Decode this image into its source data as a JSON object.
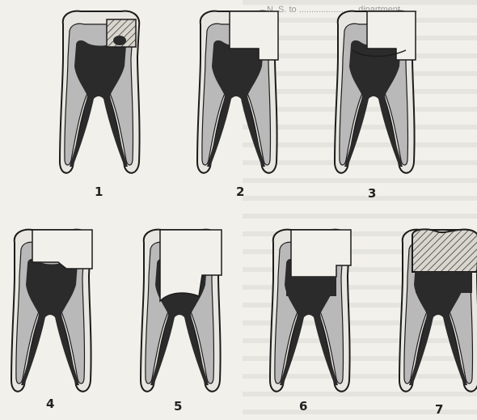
{
  "header_fragment": "N. S. to ....................... dipartment ......",
  "stages": [
    {
      "label": "1",
      "variant": "lesion"
    },
    {
      "label": "2",
      "variant": "prepared"
    },
    {
      "label": "3",
      "variant": "prepared-deep"
    },
    {
      "label": "4",
      "variant": "opened"
    },
    {
      "label": "5",
      "variant": "open-chamber"
    },
    {
      "label": "6",
      "variant": "filled-base"
    },
    {
      "label": "7",
      "variant": "restored"
    }
  ],
  "colors": {
    "dentin": "#b9b9b9",
    "enamel": "#e8e6e0",
    "pulp": "#2b2b2b",
    "outline": "#1c1c1c",
    "hatch": "#3a3a3a"
  }
}
